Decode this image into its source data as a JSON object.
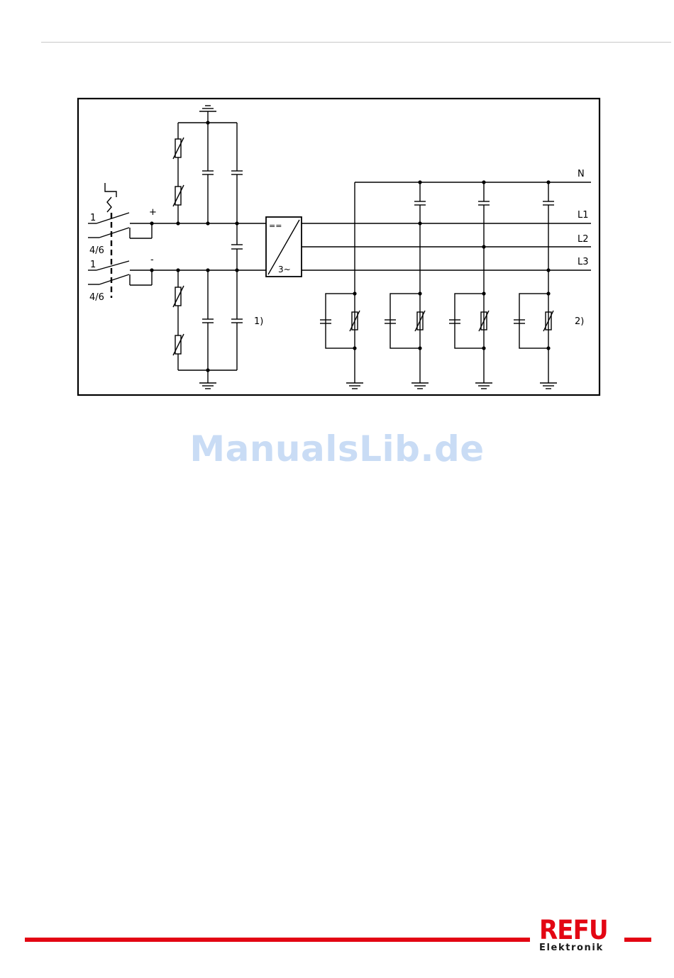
{
  "diagram": {
    "labels": {
      "n": "N",
      "l1": "L1",
      "l2": "L2",
      "l3": "L3",
      "plus": "+",
      "minus": "-",
      "switch_top_1": "1",
      "switch_top_46": "4/6",
      "switch_bottom_1": "1",
      "switch_bottom_46": "4/6",
      "note_1": "1)",
      "note_2": "2)",
      "inverter_dc": "==",
      "inverter_ac": "3~"
    }
  },
  "watermark": "ManualsLib.de",
  "logo": {
    "mark": "REFU",
    "sub": "Elektronik"
  },
  "colors": {
    "brand_red": "#e30613",
    "watermark_blue": "#c9dcf5"
  }
}
